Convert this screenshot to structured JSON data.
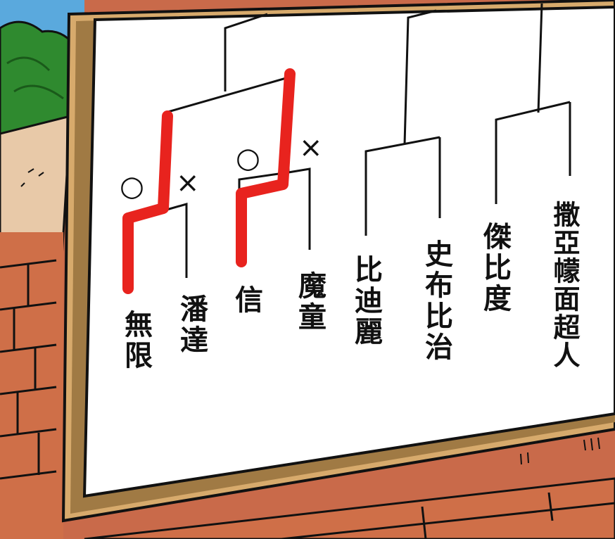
{
  "bracket": {
    "entrants": [
      {
        "name": "無限",
        "result": "○"
      },
      {
        "name": "潘達",
        "result": "×"
      },
      {
        "name": "信",
        "result": "○"
      },
      {
        "name": "魔童",
        "result": "×"
      },
      {
        "name": "比迪麗",
        "result": ""
      },
      {
        "name": "史布比治",
        "result": ""
      },
      {
        "name": "傑比度",
        "result": ""
      },
      {
        "name": "撒亞幪面超人",
        "result": ""
      }
    ],
    "win_line_color": "#e8231e"
  }
}
